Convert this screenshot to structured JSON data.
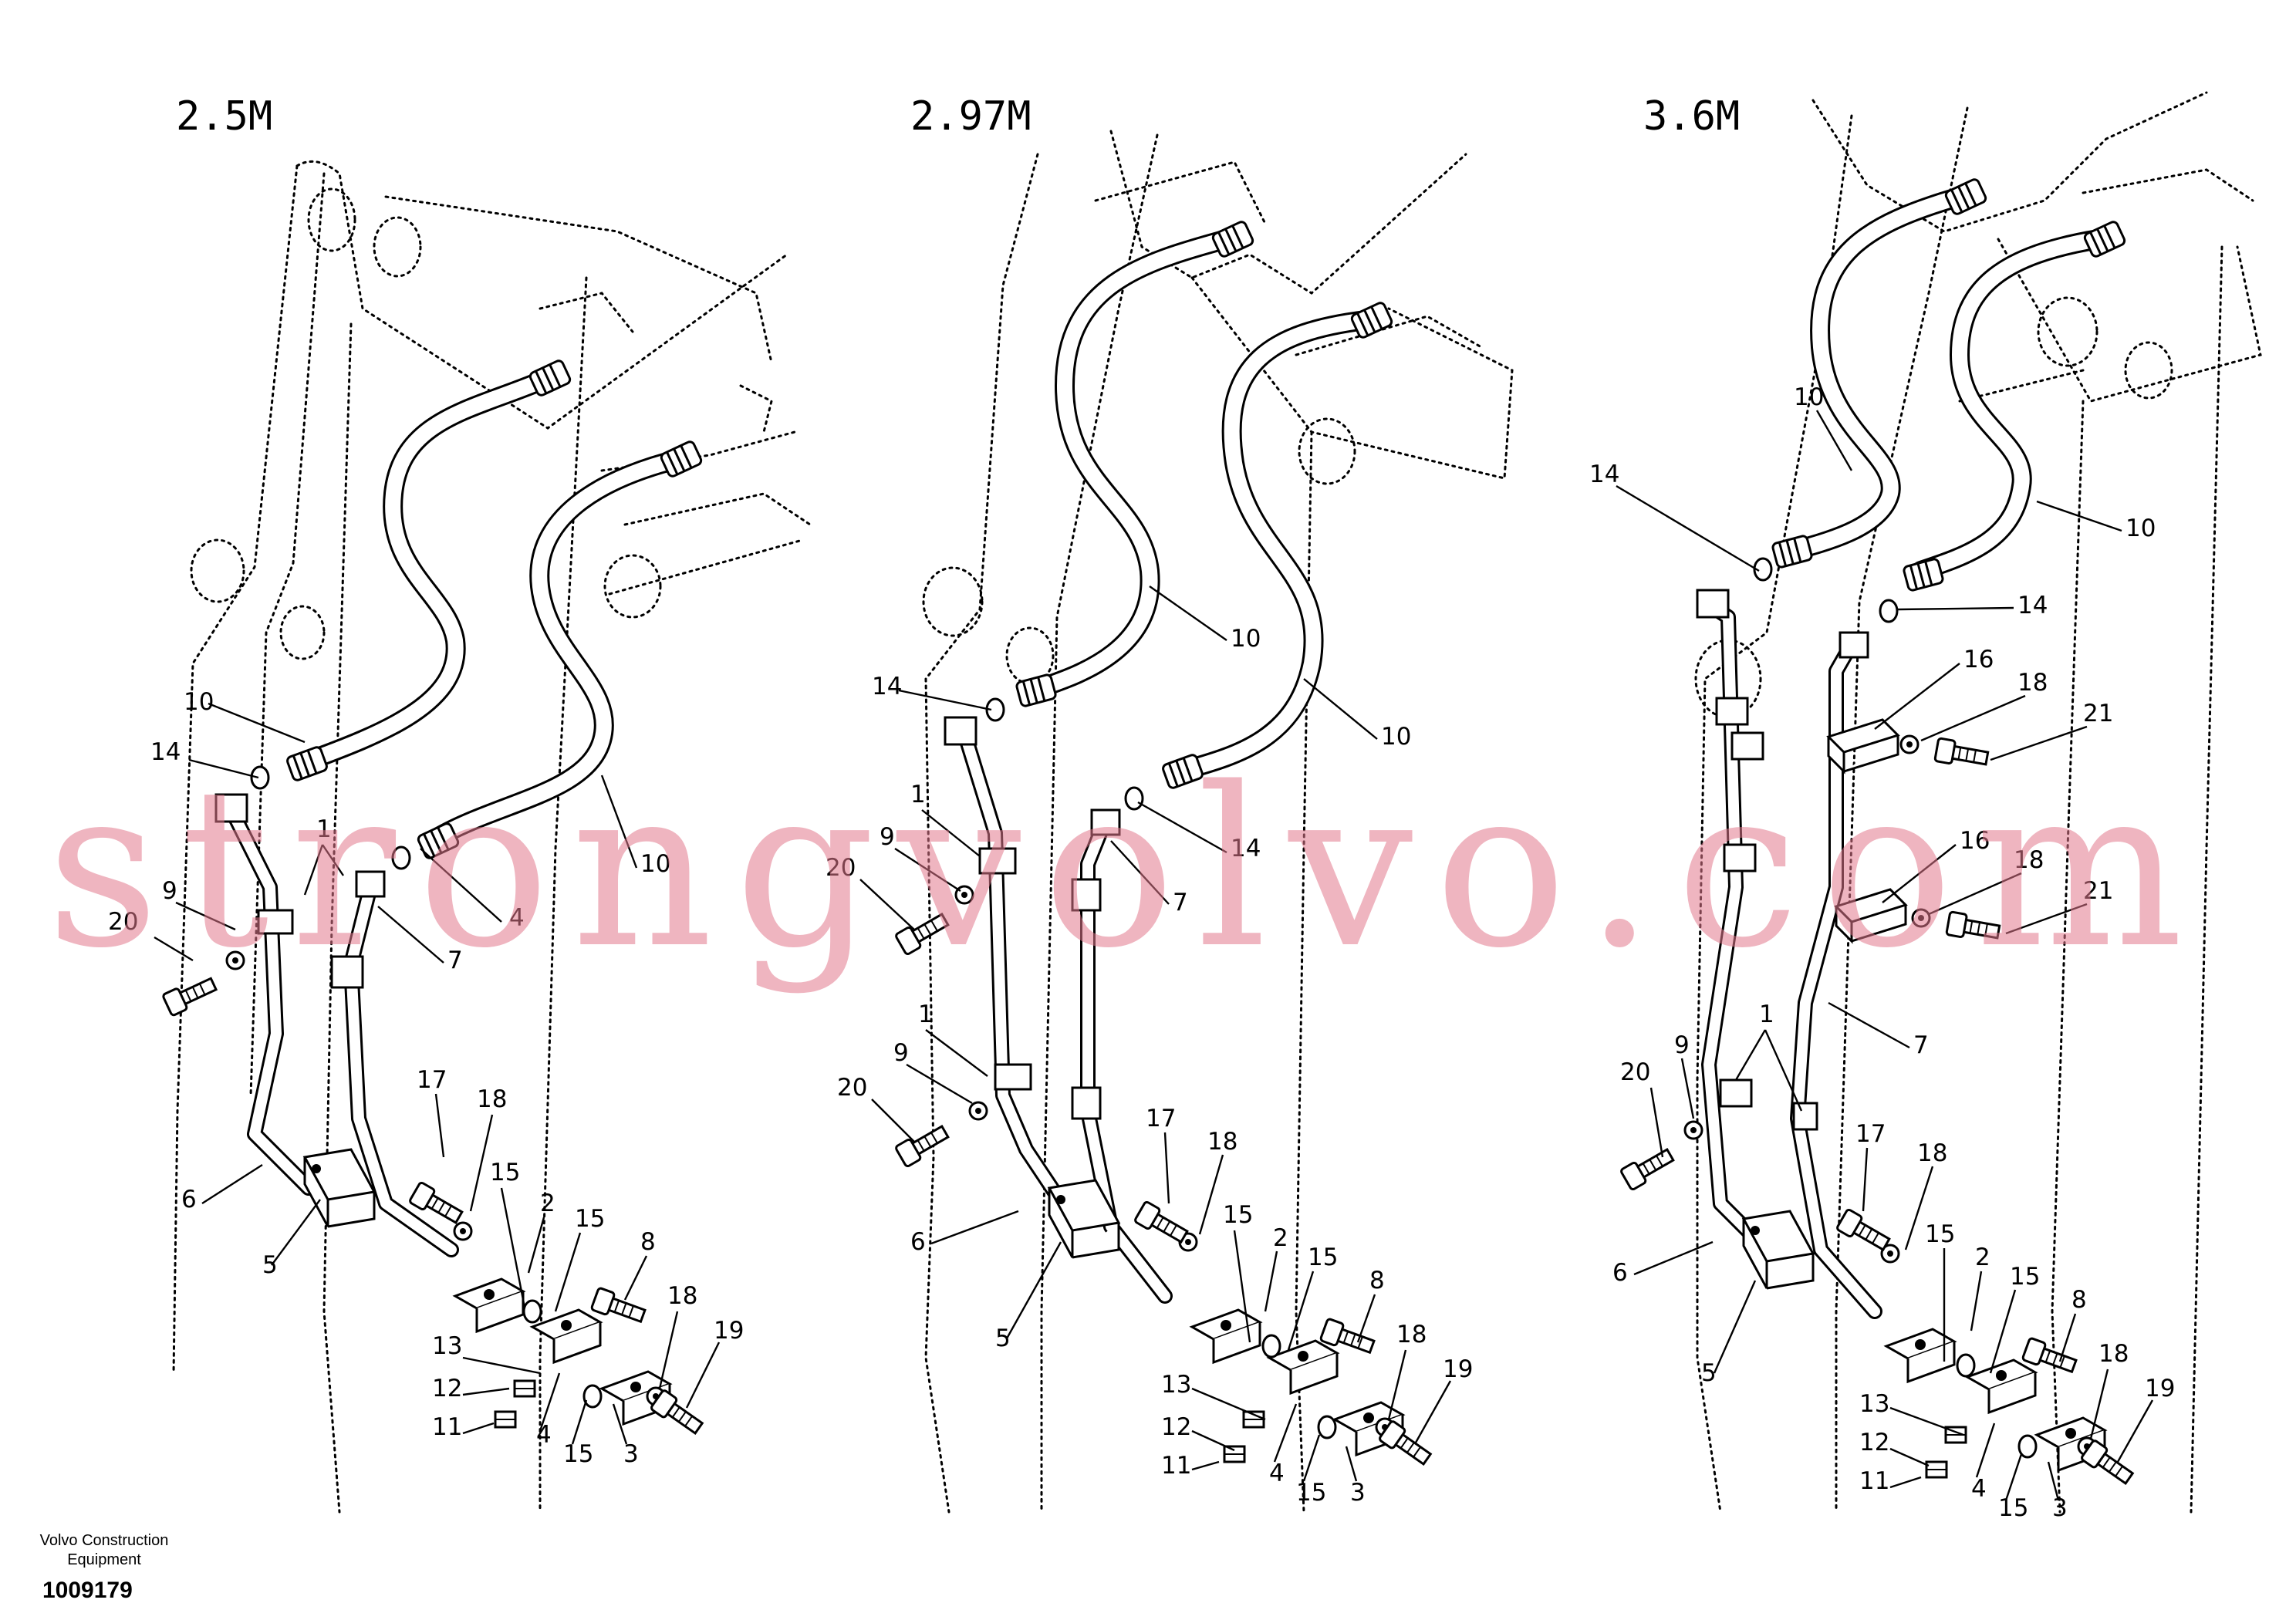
{
  "panels": [
    {
      "title": "2.5M",
      "callouts": [
        "10",
        "14",
        "1",
        "9",
        "20",
        "4",
        "7",
        "10",
        "17",
        "18",
        "15",
        "2",
        "15",
        "8",
        "6",
        "5",
        "13",
        "12",
        "11",
        "4",
        "15",
        "3",
        "18",
        "19"
      ]
    },
    {
      "title": "2.97M",
      "callouts": [
        "10",
        "14",
        "1",
        "9",
        "20",
        "7",
        "14",
        "10",
        "1",
        "9",
        "20",
        "17",
        "18",
        "15",
        "2",
        "15",
        "8",
        "6",
        "5",
        "13",
        "12",
        "11",
        "4",
        "15",
        "3",
        "18",
        "19"
      ]
    },
    {
      "title": "3.6M",
      "callouts": [
        "10",
        "14",
        "10",
        "14",
        "16",
        "18",
        "21",
        "16",
        "18",
        "21",
        "1",
        "7",
        "9",
        "20",
        "17",
        "18",
        "15",
        "2",
        "15",
        "8",
        "6",
        "5",
        "13",
        "12",
        "11",
        "4",
        "15",
        "3",
        "18",
        "19"
      ]
    }
  ],
  "footer": {
    "brand": "Volvo Construction Equipment",
    "document_number": "1009179"
  },
  "watermark": "strongvolvo.com"
}
